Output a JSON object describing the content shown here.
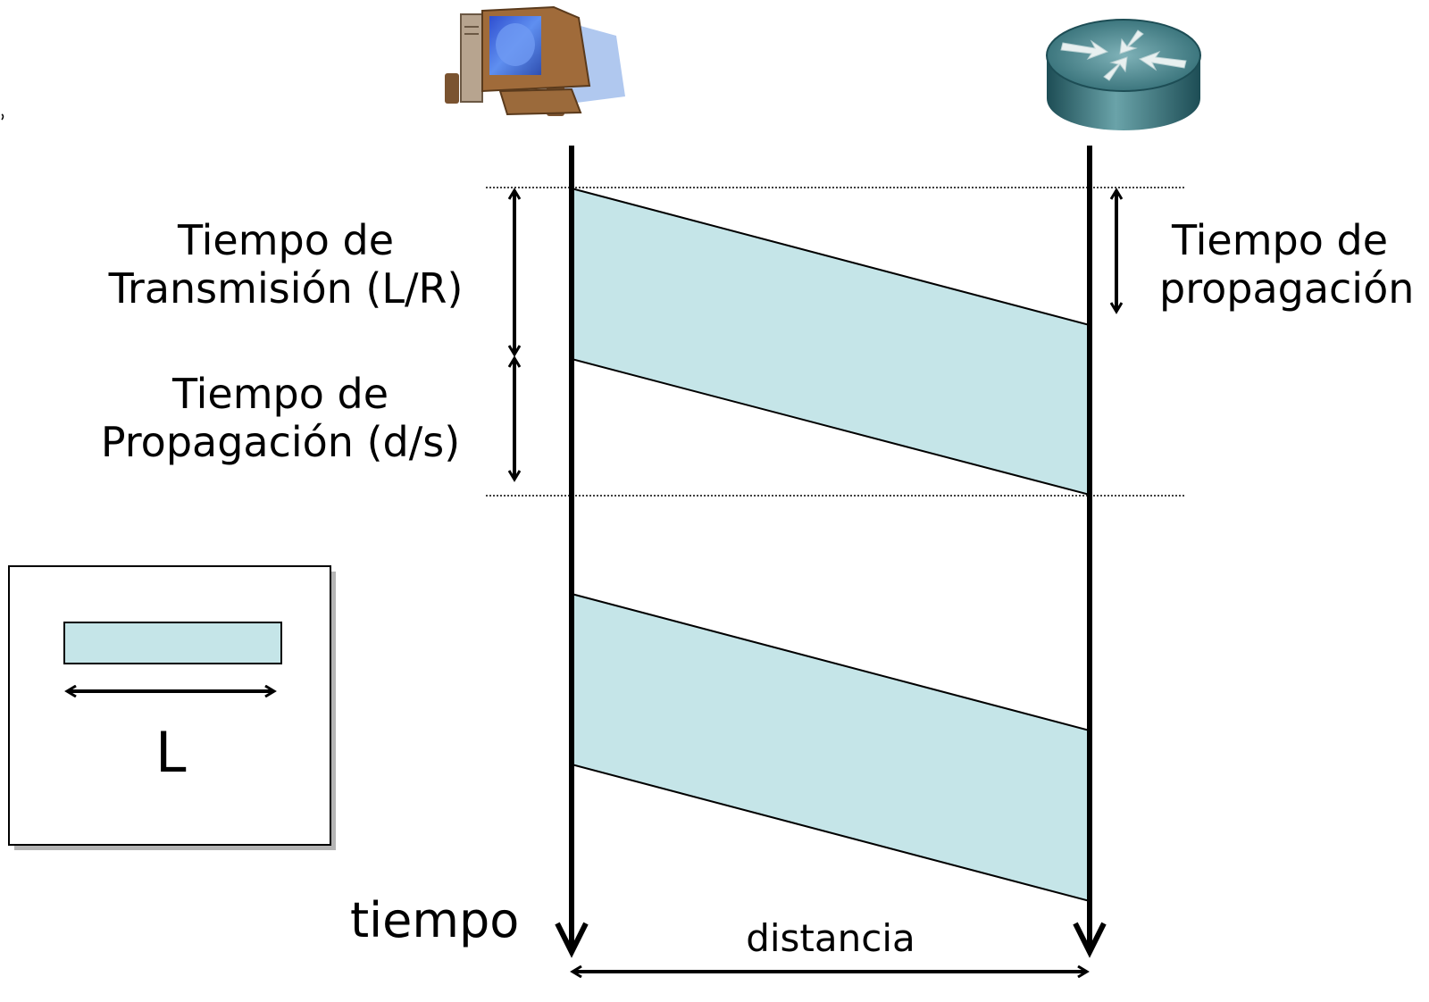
{
  "labels": {
    "left_top_line1": "Tiempo de",
    "left_top_line2": "Transmisión (L/R)",
    "left_bottom_line1": "Tiempo de",
    "left_bottom_line2": "Propagación (d/s)",
    "right_line1": "Tiempo de",
    "right_line2": "propagación",
    "time_axis": "tiempo",
    "distance": "distancia",
    "packet_length": "L"
  },
  "colors": {
    "packet_fill": "#c5e5e8",
    "line": "#000000",
    "router_body": "#2e6b72",
    "router_top": "#4f8f96",
    "monitor_case": "#a06b3a",
    "screen": "#3f6fe0"
  },
  "nodes": {
    "sender_icon": "computer-icon",
    "receiver_icon": "router-icon"
  }
}
